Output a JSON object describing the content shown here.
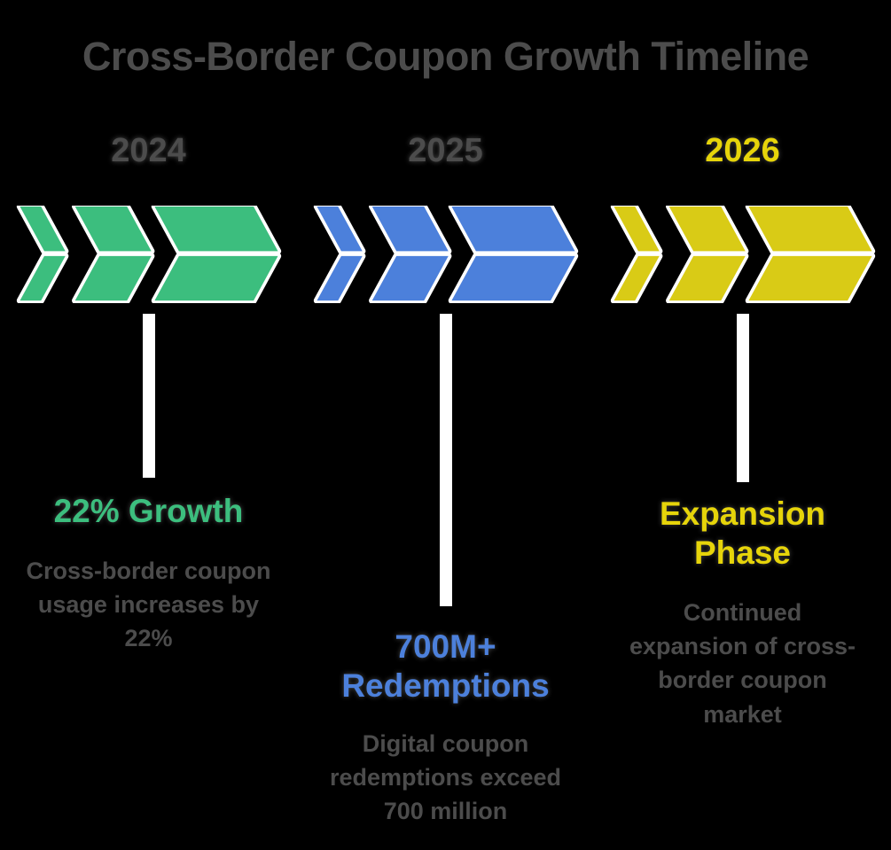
{
  "title": "Cross-Border Coupon Growth Timeline",
  "colors": {
    "background": "#000000",
    "title_text": "#4C4C4C",
    "body_text": "#4C4C4C",
    "connector": "#FFFFFF",
    "outline": "#FFFFFF"
  },
  "columns": [
    {
      "year": "2024",
      "year_color": "#4C4C4C",
      "shape_color": "#3CBE7E",
      "icon": "triple-chevron-right",
      "heading": "22% Growth",
      "heading_color": "#3CBE7E",
      "description": "Cross-border coupon\nusage increases by\n22%"
    },
    {
      "year": "2025",
      "year_color": "#4C4C4C",
      "shape_color": "#4C80DB",
      "icon": "triple-chevron-right",
      "heading": "700M+\nRedemptions",
      "heading_color": "#4C80DB",
      "description": "Digital coupon\nredemptions exceed\n700 million"
    },
    {
      "year": "2026",
      "year_color": "#E6D40A",
      "shape_color": "#D9CB16",
      "icon": "triple-chevron-right",
      "heading": "Expansion\nPhase",
      "heading_color": "#E6D40A",
      "description": "Continued\nexpansion of cross-\nborder coupon\nmarket"
    }
  ]
}
